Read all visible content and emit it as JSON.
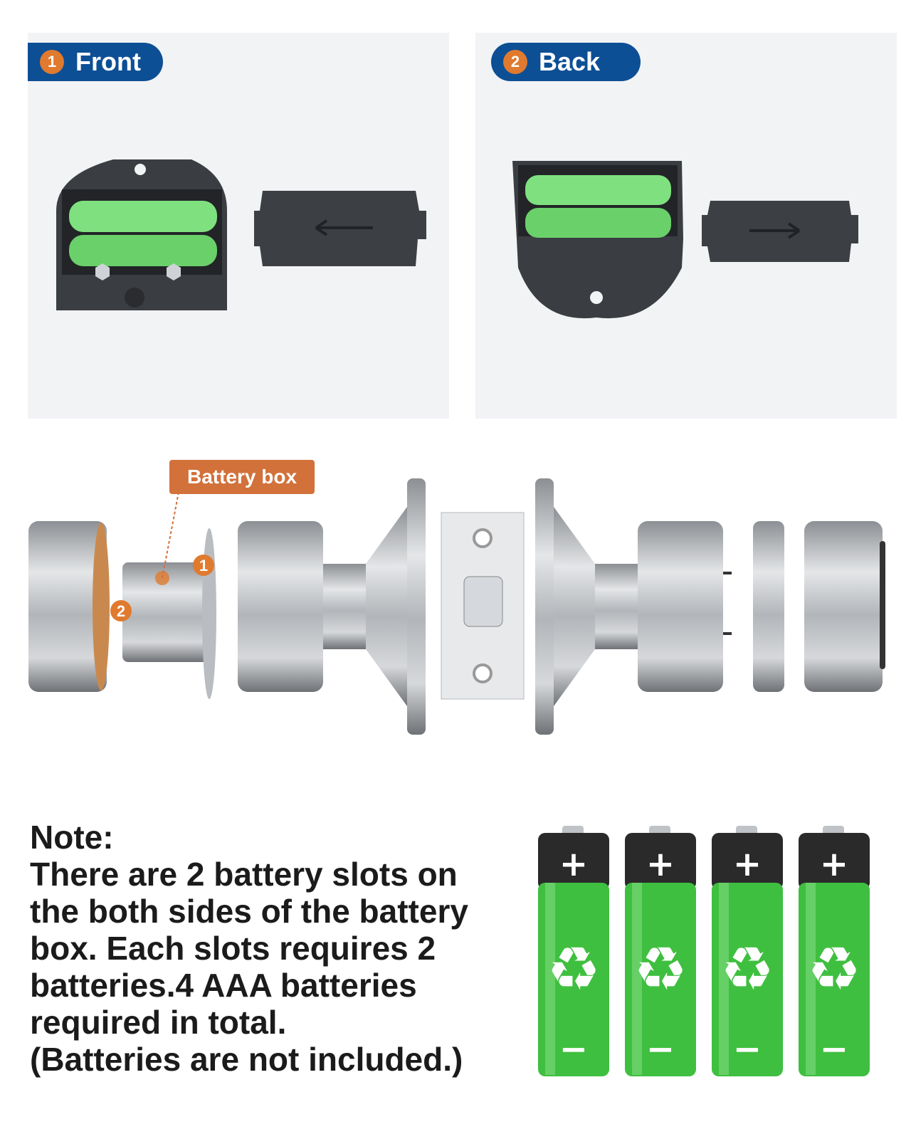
{
  "panels": {
    "front": {
      "number": "1",
      "label": "Front"
    },
    "back": {
      "number": "2",
      "label": "Back"
    }
  },
  "diagram": {
    "callout_label": "Battery box",
    "marker_1": "1",
    "marker_2": "2"
  },
  "note": {
    "title": "Note:",
    "lines": [
      "There are 2 battery slots on",
      "the both sides of the battery",
      "box. Each slots requires 2",
      "batteries.4 AAA batteries",
      "required in total.",
      "(Batteries are not included.)"
    ]
  },
  "batteries": {
    "count": 4,
    "plus_symbol": "+",
    "minus_symbol": "−"
  },
  "colors": {
    "pill_blue": "#0d4f95",
    "number_orange": "#e07a2e",
    "callout_orange": "#d2713a",
    "battery_green": "#3fbf3f",
    "battery_dark": "#2a2a2a",
    "panel_bg": "#f2f3f5"
  }
}
